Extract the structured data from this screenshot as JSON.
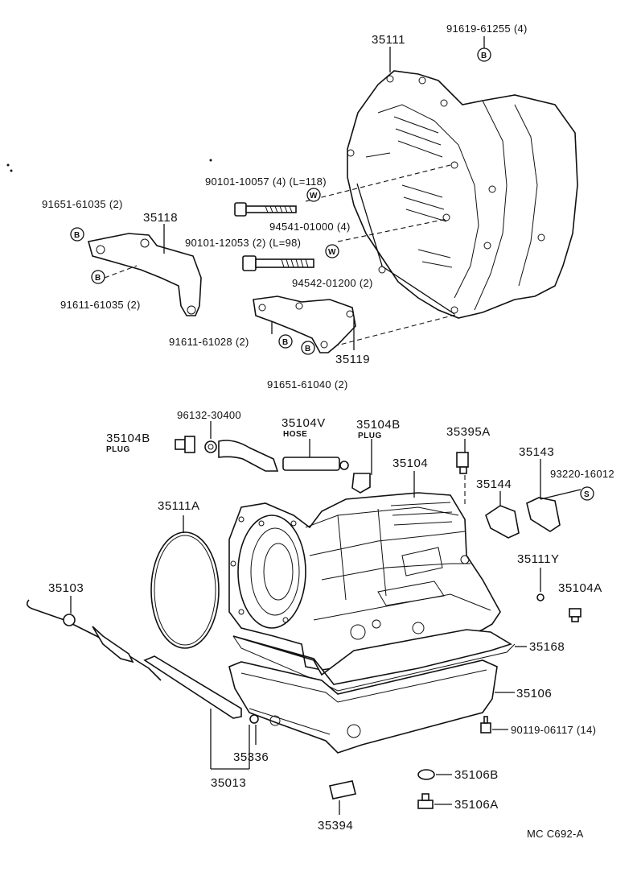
{
  "diagram_id": "MC  C692-A",
  "labels": {
    "p35111": "35111",
    "p91619": "91619-61255 (4)",
    "p90101a": "90101-10057 (4)  (L=118)",
    "p91651a": "91651-61035 (2)",
    "p35118": "35118",
    "p94541": "94541-01000 (4)",
    "p90101b": "90101-12053 (2)  (L=98)",
    "p94542": "94542-01200 (2)",
    "p91611a": "91611-61035 (2)",
    "p91611b": "91611-61028 (2)",
    "p35119": "35119",
    "p91651b": "91651-61040 (2)",
    "p96132": "96132-30400",
    "p35104v": "35104V",
    "hose": "HOSE",
    "p35104b_r": "35104B",
    "plug_r": "PLUG",
    "p35104b_l": "35104B",
    "plug_l": "PLUG",
    "p35395a": "35395A",
    "p35143": "35143",
    "p35104": "35104",
    "p93220": "93220-16012",
    "p35144": "35144",
    "p35111a": "35111A",
    "p35111y": "35111Y",
    "p35103": "35103",
    "p35104a": "35104A",
    "p35168": "35168",
    "p35106": "35106",
    "p90119": "90119-06117 (14)",
    "p35336": "35336",
    "p35013": "35013",
    "p35106b": "35106B",
    "p35106a": "35106A",
    "p35394": "35394"
  },
  "badges": {
    "b": "B",
    "w": "W",
    "s": "S"
  }
}
